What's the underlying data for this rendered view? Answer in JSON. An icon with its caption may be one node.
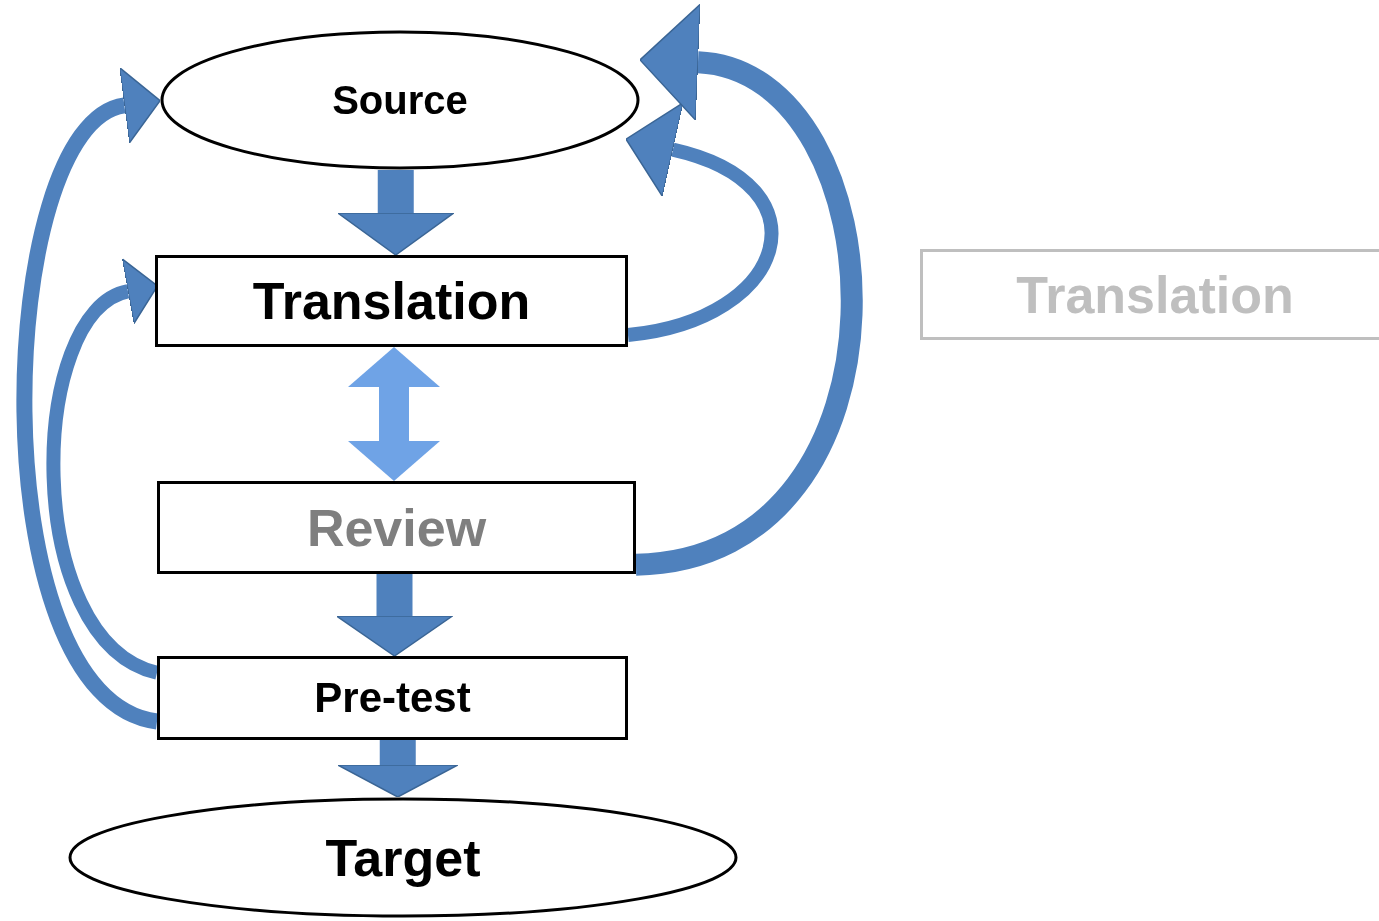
{
  "diagram": {
    "nodes": [
      {
        "text": [
          "Source"
        ]
      },
      {
        "text": [
          "Translation"
        ]
      },
      {
        "text": [
          "Review"
        ]
      },
      {
        "text": [
          "Pre-test"
        ]
      },
      {
        "text": [
          "Target"
        ]
      },
      {
        "text": [
          "Translation"
        ]
      }
    ],
    "edges": [
      {
        "from": 0,
        "to": 1,
        "arrow": "to"
      },
      {
        "from": 1,
        "to": 2,
        "arrow": "both",
        "color": "#6fa3e6"
      },
      {
        "from": 2,
        "to": 3,
        "arrow": "to"
      },
      {
        "from": 3,
        "to": 4,
        "arrow": "to"
      },
      {
        "from": 1,
        "to": 0,
        "arrow": "to"
      },
      {
        "from": 2,
        "to": 0,
        "arrow": "to"
      },
      {
        "from": 3,
        "to": 1,
        "arrow": "to"
      },
      {
        "from": 3,
        "to": 0,
        "arrow": "to"
      }
    ]
  }
}
